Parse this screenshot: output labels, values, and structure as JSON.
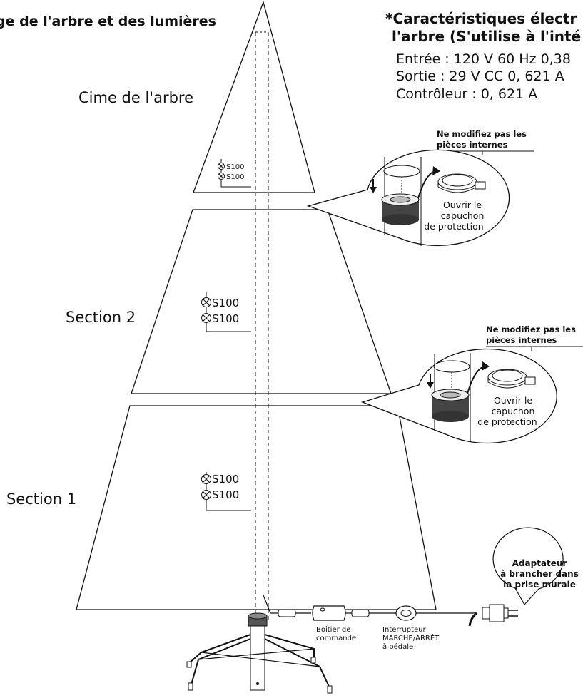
{
  "title": "ge de l'arbre et des lumières",
  "specs": {
    "title_line1": "*Caractéristiques électr",
    "title_line2": "l'arbre (S'utilise à l'inté",
    "input": "Entrée : 120 V 60 Hz 0,38",
    "output": "Sortie : 29 V CC 0, 621 A",
    "controller": "Contrôleur : 0, 621 A"
  },
  "sections": {
    "top": "Cime de l'arbre",
    "middle": "Section 2",
    "bottom": "Section 1"
  },
  "bulbs": {
    "top": [
      "S100",
      "S100"
    ],
    "middle": [
      "S100",
      "S100"
    ],
    "bottom": [
      "S100",
      "S100"
    ]
  },
  "callouts": [
    {
      "warning_line1": "Ne modifiez pas les",
      "warning_line2": "pièces internes",
      "open_line1": "Ouvrir le",
      "open_line2": "capuchon",
      "open_line3": "de protection"
    },
    {
      "warning_line1": "Ne modifiez pas les",
      "warning_line2": "pièces internes",
      "open_line1": "Ouvrir le",
      "open_line2": "capuchon",
      "open_line3": "de protection"
    }
  ],
  "adapter": {
    "line1": "Adaptateur",
    "line2": "à brancher dans",
    "line3": "la prise murale"
  },
  "control_box": {
    "line1": "Boîtier de",
    "line2": "commande"
  },
  "foot_switch": {
    "line1": "Interrupteur",
    "line2": "MARCHE/ARRÊT",
    "line3": "à pédale"
  }
}
